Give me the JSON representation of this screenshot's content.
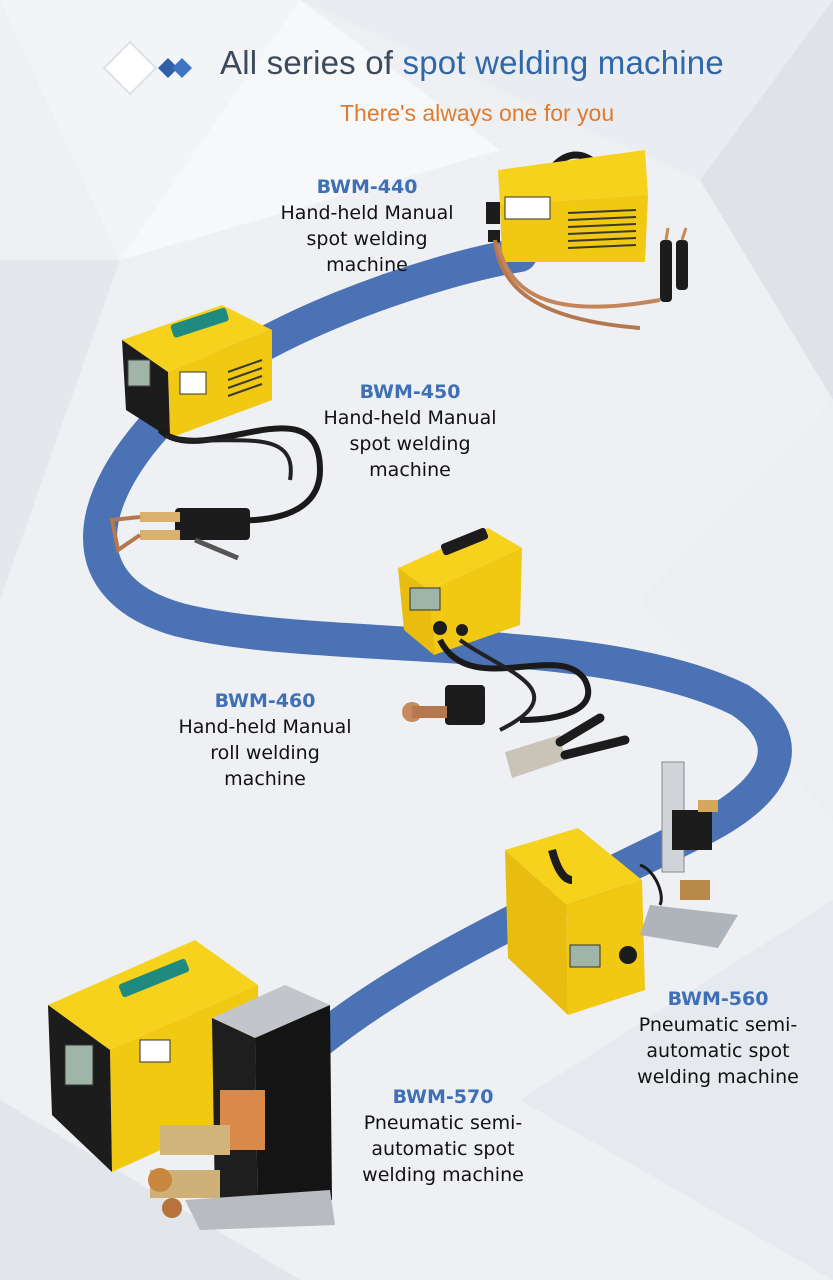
{
  "header": {
    "title_prefix": "All series of ",
    "title_highlight": "spot welding machine",
    "subtitle": "There's always one for you"
  },
  "products": [
    {
      "code": "BWM-440",
      "description": "Hand-held Manual\nspot welding\nmachine"
    },
    {
      "code": "BWM-450",
      "description": "Hand-held Manual\nspot welding\nmachine"
    },
    {
      "code": "BWM-460",
      "description": "Hand-held Manual\nroll welding\nmachine"
    },
    {
      "code": "BWM-560",
      "description": "Pneumatic semi-\nautomatic spot\nwelding machine"
    },
    {
      "code": "BWM-570",
      "description": "Pneumatic semi-\nautomatic spot\nwelding machine"
    }
  ],
  "colors": {
    "ribbon": "#4a72b4",
    "machine_yellow": "#f6d21c",
    "panel_black": "#1c1c1c",
    "title_accent": "#2f68a8",
    "subtitle": "#e07b2e",
    "model_code": "#3f6fb5"
  }
}
